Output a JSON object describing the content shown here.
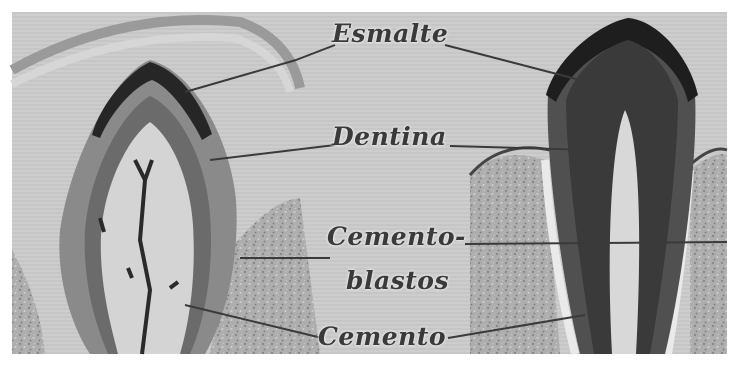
{
  "figure": {
    "labels": {
      "enamel": "Esmalte",
      "dentin": "Dentina",
      "cementoblasts_line1": "Cemento-",
      "cementoblasts_line2": "blastos",
      "cementum": "Cemento"
    }
  },
  "colors": {
    "background": "#c9c9c9",
    "enamel": "#262626",
    "dentin": "#6d6d6d",
    "pulp": "#d2d2d2",
    "bone": "#a9a9a9",
    "leader_lines": "#3a3a3a"
  }
}
